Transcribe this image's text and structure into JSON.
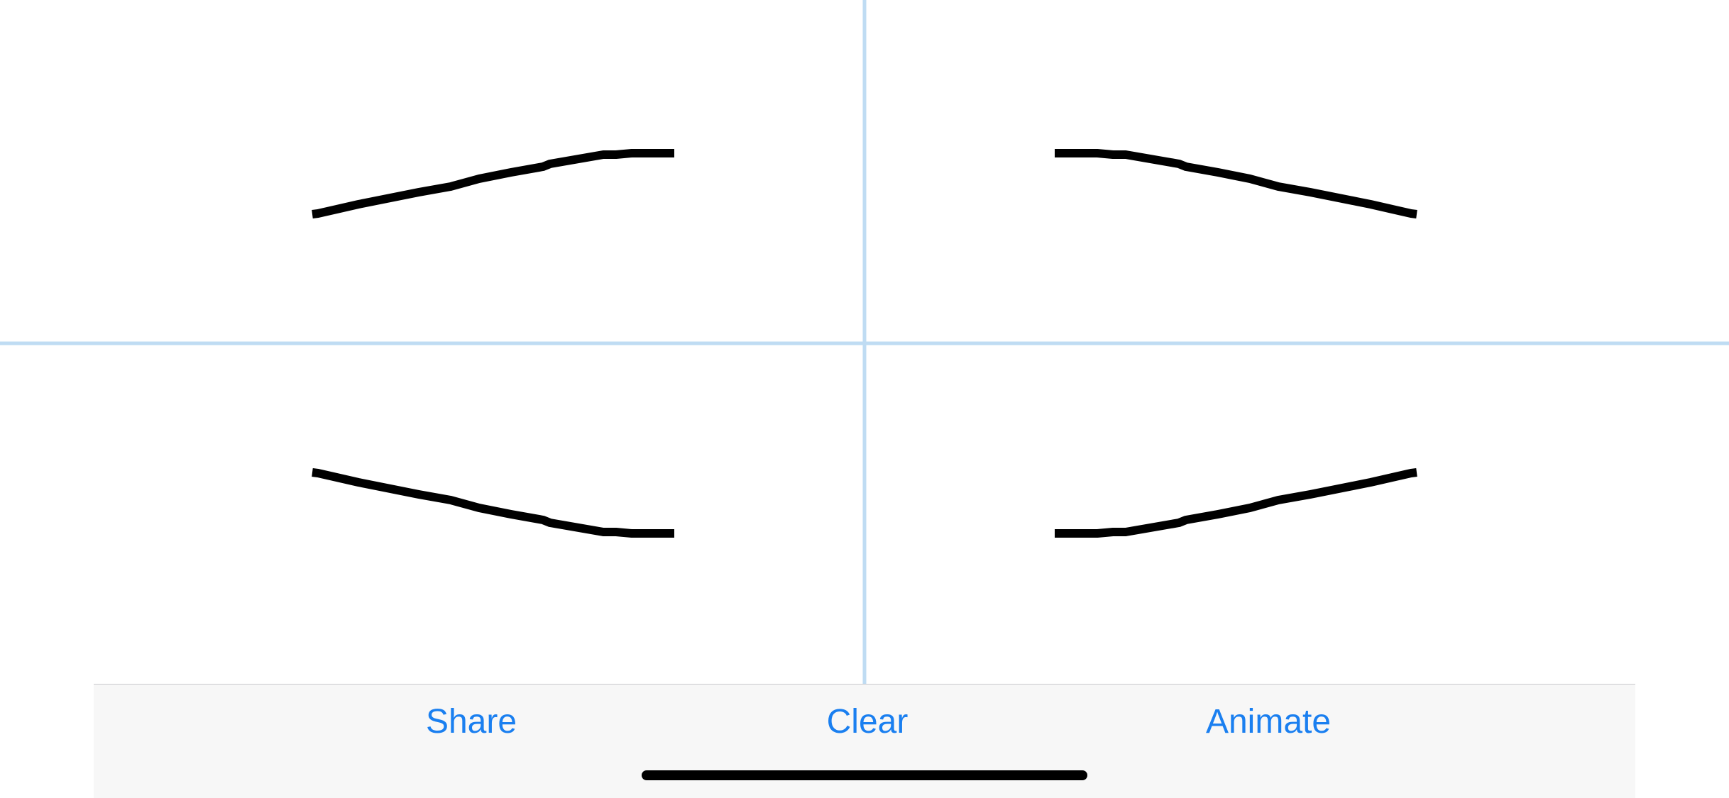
{
  "toolbar": {
    "share_label": "Share",
    "clear_label": "Clear",
    "animate_label": "Animate"
  },
  "colors": {
    "guide_line": "#bfdcf3",
    "stroke": "#000000",
    "accent": "#1a7ff0",
    "toolbar_bg": "#f7f7f7"
  }
}
